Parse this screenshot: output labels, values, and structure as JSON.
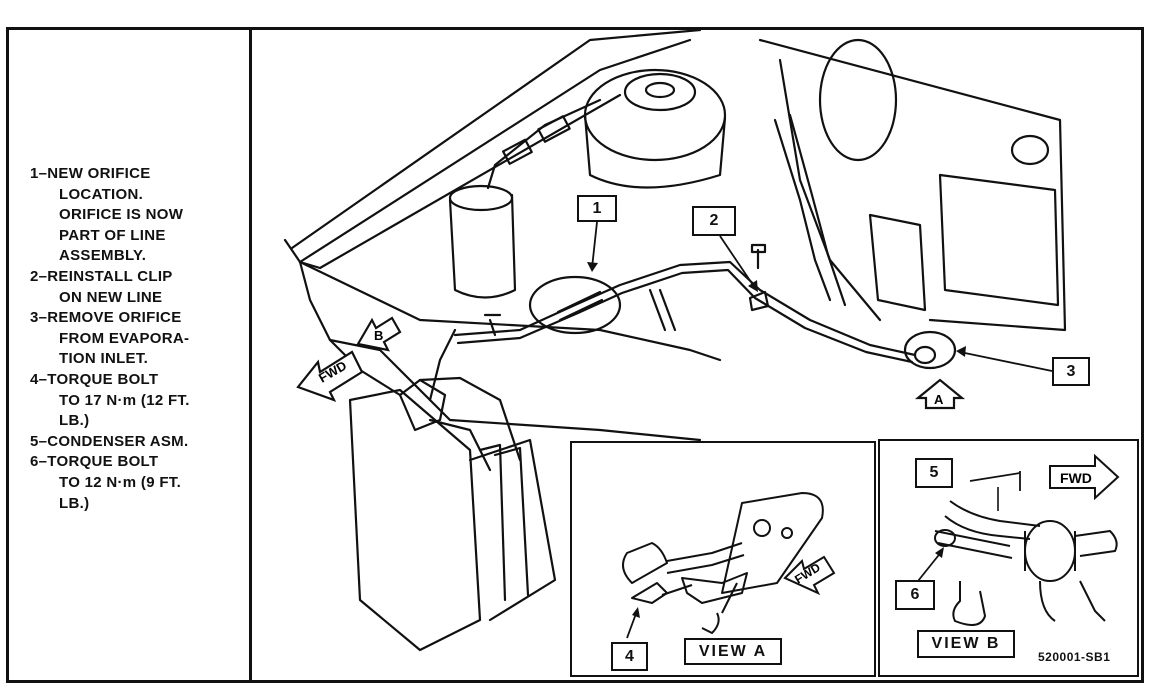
{
  "legend": [
    {
      "number": "1",
      "lines": [
        "1–NEW ORIFICE",
        "LOCATION.",
        "ORIFICE IS NOW",
        "PART OF LINE",
        "ASSEMBLY."
      ]
    },
    {
      "number": "2",
      "lines": [
        "2–REINSTALL CLIP",
        "ON NEW LINE"
      ]
    },
    {
      "number": "3",
      "lines": [
        "3–REMOVE ORIFICE",
        "FROM EVAPORA-",
        "TION INLET."
      ]
    },
    {
      "number": "4",
      "lines": [
        "4–TORQUE BOLT",
        "TO 17 N·m (12 FT.",
        "LB.)"
      ]
    },
    {
      "number": "5",
      "lines": [
        "5–CONDENSER ASM."
      ]
    },
    {
      "number": "6",
      "lines": [
        "6–TORQUE BOLT",
        "TO 12 N·m (9 FT.",
        "LB.)"
      ]
    }
  ],
  "callouts": {
    "c1": "1",
    "c2": "2",
    "c3": "3",
    "c4": "4",
    "c5": "5",
    "c6": "6"
  },
  "arrows": {
    "fwd_main": "FWD",
    "fwd_view_a": "FWD",
    "fwd_view_b": "FWD",
    "view_a_marker": "A",
    "view_b_marker": "B"
  },
  "views": {
    "view_a_label": "VIEW  A",
    "view_b_label": "VIEW  B"
  },
  "part_number": "520001-SB1"
}
